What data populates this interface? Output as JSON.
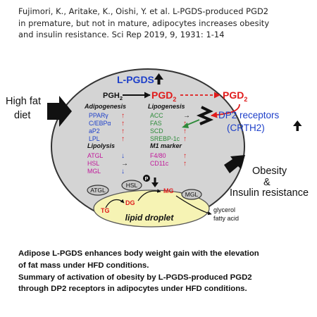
{
  "citation": {
    "line1": "Fujimori, K., Aritake, K., Oishi, Y. et al. L-PGDS-produced PGD2",
    "line2": "in premature, but not in mature, adipocytes increases obesity",
    "line3": "and insulin resistance. Sci Rep  2019,  9, 1931: 1-14"
  },
  "diagram": {
    "input_label_1": "High fat",
    "input_label_2": "diet",
    "enzyme": "L-PGDS",
    "substrate": "PGH",
    "substrate_sub": "2",
    "product": "PGD",
    "product_sub": "2",
    "secreted_product": "PGD",
    "secreted_product_sub": "2",
    "receptor_1": "DP2 receptors",
    "receptor_2": "(CRTH2)",
    "adipogenesis": {
      "title": "Adipogenesis",
      "items": [
        {
          "name": "PPARγ",
          "arrow": "↑"
        },
        {
          "name": "C/EBPα",
          "arrow": "↑"
        },
        {
          "name": "aP2",
          "arrow": "↑"
        },
        {
          "name": "LPL",
          "arrow": "↑"
        }
      ]
    },
    "lipogenesis": {
      "title": "Lipogenesis",
      "items": [
        {
          "name": "ACC",
          "arrow": "→"
        },
        {
          "name": "FAS",
          "arrow": "↑"
        },
        {
          "name": "SCD",
          "arrow": "↑"
        },
        {
          "name": "SREBP-1c",
          "arrow": "↑"
        }
      ]
    },
    "lipolysis": {
      "title": "Lipolysis",
      "items": [
        {
          "name": "ATGL",
          "arrow": "↓"
        },
        {
          "name": "HSL",
          "arrow": "→"
        },
        {
          "name": "MGL",
          "arrow": "↓"
        }
      ]
    },
    "m1_marker": {
      "title": "M1 marker",
      "items": [
        {
          "name": "F4/80",
          "arrow": "↑"
        },
        {
          "name": "CD11c",
          "arrow": "↑"
        }
      ]
    },
    "lipid_droplet": "lipid droplet",
    "atgl": "ATGL",
    "hsl": "HSL",
    "mgl": "MGL",
    "p_badge": "P",
    "tg": "TG",
    "dg": "DG",
    "mg": "MG",
    "glycerol": "glycerol",
    "fatty_acid": "fatty acid",
    "outcome_1": "Obesity",
    "outcome_2": "&",
    "outcome_3": "Insulin resistance"
  },
  "caption": {
    "line1": "Adipose L-PGDS enhances body weight gain with the elevation",
    "line2": "of fat mass under HFD conditions.",
    "line3": "Summary of activation of obesity by L-PGDS-produced PGD2",
    "line4": "through DP2 receptors in adipocytes under HFD conditions."
  },
  "colors": {
    "blue": "#1d3fc9",
    "red": "#e01b1b",
    "green": "#2e8b3a",
    "magenta": "#c0179a",
    "cell_fill": "#d4d4d4",
    "droplet_fill": "#f6f3b4"
  }
}
